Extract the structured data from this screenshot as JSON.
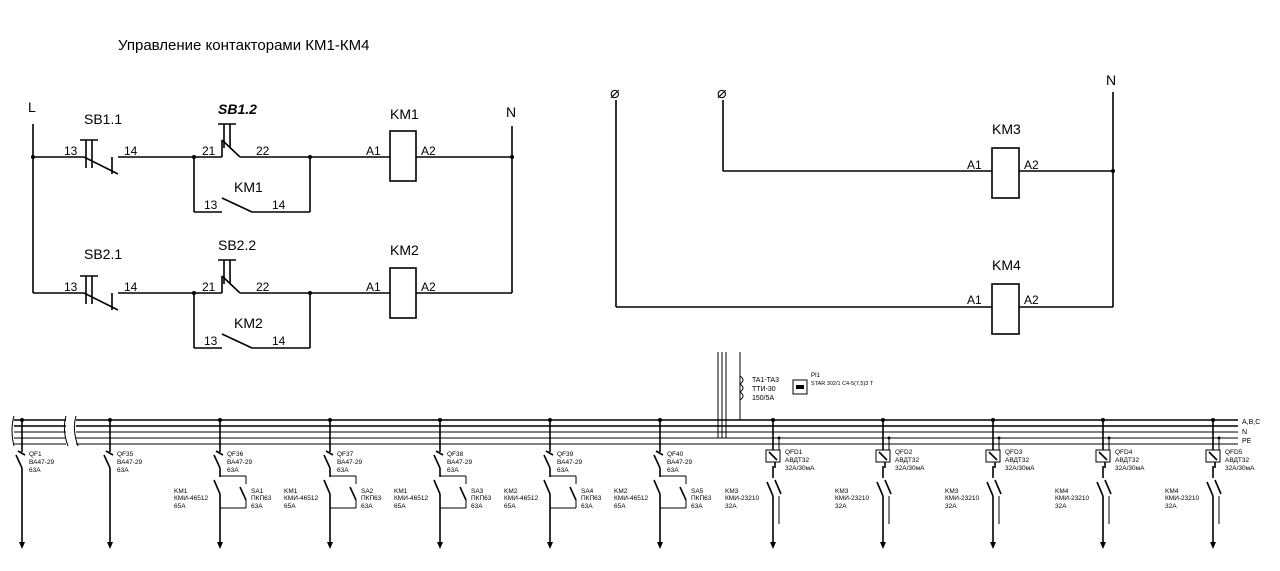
{
  "title": "Управление контакторами КМ1-КМ4",
  "control": {
    "L": "L",
    "N": "N",
    "phi": "⌀",
    "rows": [
      {
        "stop": "SB1.1",
        "start": "SB1.2",
        "coil": "KM1",
        "aux": "KM1"
      },
      {
        "stop": "SB2.1",
        "start": "SB2.2",
        "coil": "KM2",
        "aux": "KM2"
      }
    ],
    "pins": {
      "p13": "13",
      "p14": "14",
      "p21": "21",
      "p22": "22",
      "a1": "A1",
      "a2": "A2"
    },
    "coils_right": [
      "KM3",
      "KM4"
    ]
  },
  "bus": {
    "labels": [
      "A,B,C",
      "N",
      "PE"
    ],
    "ct": [
      "TA1-TA3",
      "ТТИ-30",
      "150/5A"
    ],
    "meter": [
      "PI1",
      "STAR 302/1 C4-5(7,5)3 T"
    ],
    "feeders": [
      {
        "qf": "QF1",
        "type": "ВА47-29",
        "rating": "63A"
      },
      {
        "qf": "QF35",
        "type": "ВА47-29",
        "rating": "63A"
      },
      {
        "qf": "QF36",
        "type": "ВА47-29",
        "rating": "63A",
        "km": [
          "KM1",
          "КМИ-46512",
          "65A"
        ],
        "sa": [
          "SA1",
          "ПКП63",
          "63A"
        ]
      },
      {
        "qf": "QF37",
        "type": "ВА47-29",
        "rating": "63A",
        "km": [
          "KM1",
          "КМИ-46512",
          "65A"
        ],
        "sa": [
          "SA2",
          "ПКП63",
          "63A"
        ]
      },
      {
        "qf": "QF38",
        "type": "ВА47-29",
        "rating": "63A",
        "km": [
          "KM1",
          "КМИ-46512",
          "65A"
        ],
        "sa": [
          "SA3",
          "ПКП63",
          "63A"
        ]
      },
      {
        "qf": "QF39",
        "type": "ВА47-29",
        "rating": "63A",
        "km": [
          "KM2",
          "КМИ-46512",
          "65A"
        ],
        "sa": [
          "SA4",
          "ПКП63",
          "63A"
        ]
      },
      {
        "qf": "QF40",
        "type": "ВА47-29",
        "rating": "63A",
        "km": [
          "KM2",
          "КМИ-46512",
          "65A"
        ],
        "sa": [
          "SA5",
          "ПКП63",
          "63A"
        ]
      }
    ],
    "rcbos": [
      {
        "qfd": "QFD1",
        "type": "АВДТ32",
        "rating": "32A/30мА",
        "km": [
          "KM3",
          "КМИ-23210",
          "32A"
        ]
      },
      {
        "qfd": "QFD2",
        "type": "АВДТ32",
        "rating": "32A/30мА",
        "km": [
          "KM3",
          "КМИ-23210",
          "32A"
        ]
      },
      {
        "qfd": "QFD3",
        "type": "АВДТ32",
        "rating": "32A/30мА",
        "km": [
          "KM3",
          "КМИ-23210",
          "32A"
        ]
      },
      {
        "qfd": "QFD4",
        "type": "АВДТ32",
        "rating": "32A/30мА",
        "km": [
          "KM4",
          "КМИ-23210",
          "32A"
        ]
      },
      {
        "qfd": "QFD5",
        "type": "АВДТ32",
        "rating": "32A/30мА",
        "km": [
          "KM4",
          "КМИ-23210",
          "32A"
        ]
      }
    ]
  }
}
